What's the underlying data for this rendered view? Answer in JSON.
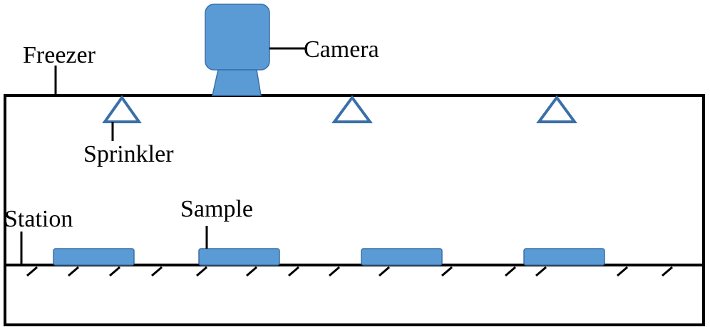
{
  "labels": {
    "freezer": "Freezer",
    "camera": "Camera",
    "sprinkler": "Sprinkler",
    "station": "Station",
    "sample": "Sample"
  },
  "colors": {
    "component_fill": "#5B9BD5",
    "component_stroke": "#3A6FA8",
    "outline": "#000000",
    "background": "#FFFFFF"
  },
  "components": {
    "sprinkler_count": 3,
    "sample_count": 4,
    "station_hatch_count": 14
  }
}
